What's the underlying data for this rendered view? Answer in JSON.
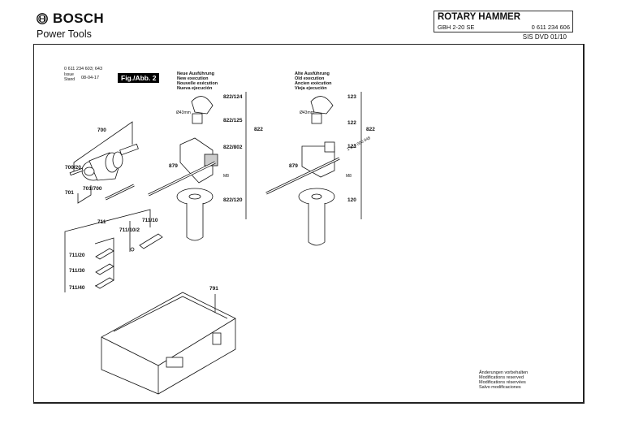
{
  "header": {
    "brand": "BOSCH",
    "subtitle": "Power Tools",
    "logo_icon": "bosch-armature-icon"
  },
  "title_block": {
    "title": "ROTARY HAMMER",
    "model": "GBH 2-20 SE",
    "part_number": "0 611 234 606",
    "source": "SIS DVD 01/10"
  },
  "figure": {
    "doc_numbers": "0 611 234 603; 643",
    "issue_label": "Issue",
    "stand_label": "Stand",
    "date": "08-04-17",
    "badge": "Fig./Abb. 2"
  },
  "new_execution": {
    "lines": [
      "Neue Ausführung",
      "New execution",
      "Nouvelle exécution",
      "Nueva ejecución"
    ],
    "dimension": "Ø43mm",
    "thread": "M8",
    "parts": [
      "822/124",
      "822/125",
      "822/802",
      "822/120"
    ],
    "group": "822",
    "rod": "879"
  },
  "old_execution": {
    "lines": [
      "Alte Ausführung",
      "Old execution",
      "Ancien exécution",
      "Vieja ejecución"
    ],
    "dimension": "Ø43mm",
    "thread": "M8",
    "parts": [
      "123",
      "122",
      "121",
      "120"
    ],
    "group": "822",
    "rod": "879",
    "rotated_number": "1 618 000 048"
  },
  "chuck_group": {
    "group": "700",
    "parts": [
      "700/20",
      "701",
      "701/700"
    ]
  },
  "bit_group": {
    "group": "711",
    "parts": [
      "711/10",
      "711/10/2",
      "711/20",
      "711/30",
      "711/40"
    ]
  },
  "case": {
    "part": "791"
  },
  "footer_note": {
    "lines": [
      "Änderungen vorbehalten",
      "Modifications reserved",
      "Modifications réservées",
      "Salvo modificaciones"
    ]
  }
}
